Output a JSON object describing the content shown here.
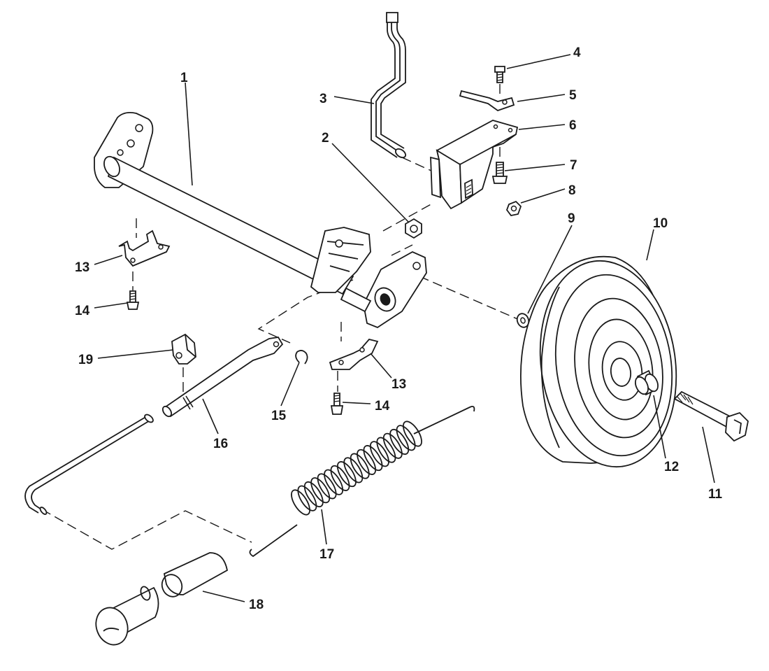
{
  "diagram": {
    "callouts": [
      {
        "id": "1",
        "label": "1"
      },
      {
        "id": "2",
        "label": "2"
      },
      {
        "id": "3",
        "label": "3"
      },
      {
        "id": "4",
        "label": "4"
      },
      {
        "id": "5",
        "label": "5"
      },
      {
        "id": "6",
        "label": "6"
      },
      {
        "id": "7",
        "label": "7"
      },
      {
        "id": "8",
        "label": "8"
      },
      {
        "id": "9",
        "label": "9"
      },
      {
        "id": "10",
        "label": "10"
      },
      {
        "id": "11",
        "label": "11"
      },
      {
        "id": "12",
        "label": "12"
      },
      {
        "id": "13a",
        "label": "13"
      },
      {
        "id": "13b",
        "label": "13"
      },
      {
        "id": "14a",
        "label": "14"
      },
      {
        "id": "14b",
        "label": "14"
      },
      {
        "id": "15",
        "label": "15"
      },
      {
        "id": "16",
        "label": "16"
      },
      {
        "id": "17",
        "label": "17"
      },
      {
        "id": "18",
        "label": "18"
      },
      {
        "id": "19",
        "label": "19"
      }
    ],
    "colors": {
      "ink": "#1a1a1a",
      "paper": "#ffffff"
    }
  }
}
